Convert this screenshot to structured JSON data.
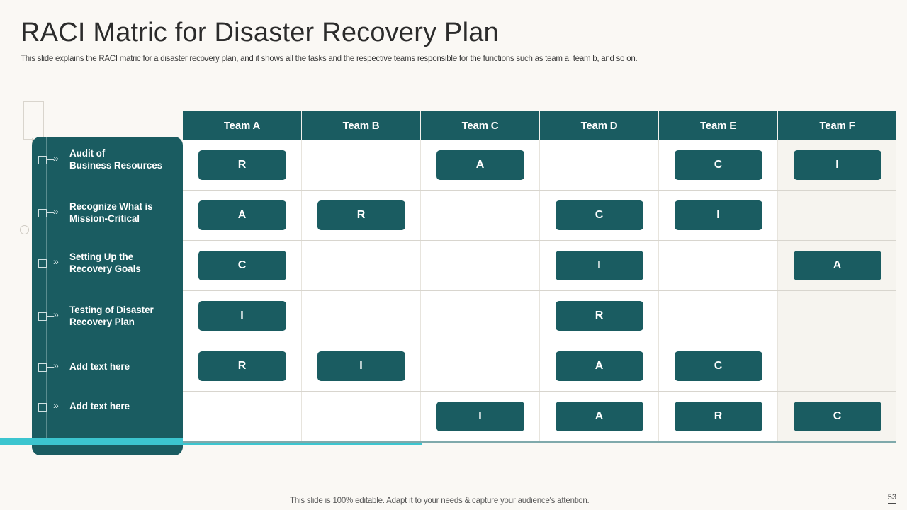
{
  "header": {
    "title": "RACI Matric for Disaster Recovery Plan",
    "subtitle": "This slide explains the RACI matric for a disaster recovery plan, and it shows all the tasks and the respective teams responsible for the functions such as team a, team b, and so on."
  },
  "colors": {
    "teal": "#1a5c61",
    "cyan_accent": "#3cc5cf",
    "page_background": "#faf8f4",
    "cell_background": "#ffffff",
    "last_column_background": "#f6f4ef"
  },
  "sidebar": {
    "items": [
      {
        "label": "Audit of\nBusiness Resources",
        "icon": "square-arrow-icon"
      },
      {
        "label": "Recognize What is\nMission-Critical",
        "icon": "square-arrow-icon"
      },
      {
        "label": "Setting Up the\nRecovery Goals",
        "icon": "square-arrow-icon"
      },
      {
        "label": "Testing of Disaster\nRecovery Plan",
        "icon": "square-arrow-icon"
      },
      {
        "label": "Add text here",
        "icon": "square-arrow-icon"
      },
      {
        "label": "Add text here",
        "icon": "square-arrow-icon"
      }
    ]
  },
  "matrix": {
    "columns": [
      "Team A",
      "Team B",
      "Team C",
      "Team D",
      "Team E",
      "Team F"
    ],
    "rows": [
      {
        "task": "Audit of Business Resources",
        "cells": [
          "R",
          "",
          "A",
          "",
          "C",
          "I"
        ]
      },
      {
        "task": "Recognize What is Mission-Critical",
        "cells": [
          "A",
          "R",
          "",
          "C",
          "I",
          ""
        ]
      },
      {
        "task": "Setting Up the Recovery Goals",
        "cells": [
          "C",
          "",
          "",
          "I",
          "",
          "A"
        ]
      },
      {
        "task": "Testing of Disaster Recovery Plan",
        "cells": [
          "I",
          "",
          "",
          "R",
          "",
          ""
        ]
      },
      {
        "task": "Add text here",
        "cells": [
          "R",
          "I",
          "",
          "A",
          "C",
          ""
        ]
      },
      {
        "task": "Add text here",
        "cells": [
          "",
          "",
          "I",
          "A",
          "R",
          "C"
        ]
      }
    ]
  },
  "footer": {
    "note": "This slide is 100% editable. Adapt it to your needs & capture your audience's attention.",
    "page_number": "53"
  }
}
